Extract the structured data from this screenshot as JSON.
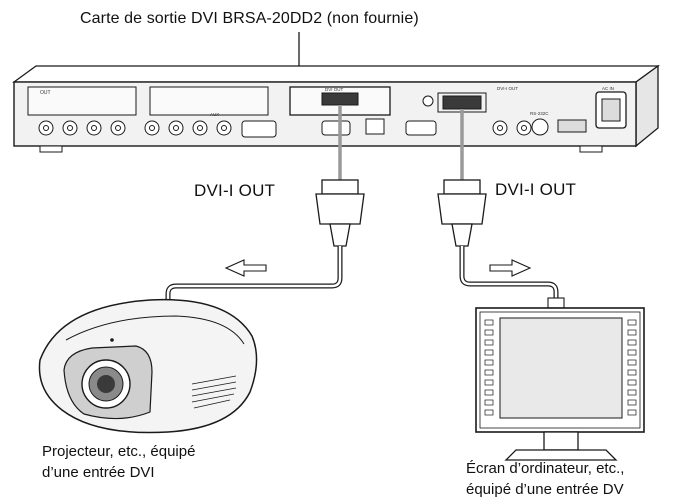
{
  "caption": "Carte de sortie DVI BRSA-20DD2 (non fournie)",
  "connector_left_label": "DVI-I OUT",
  "connector_right_label": "DVI-I OUT",
  "projector_label": {
    "line1": "Projecteur, etc., équipé",
    "line2": "d’une entrée DVI"
  },
  "monitor_label": {
    "line1": "Écran d’ordinateur, etc.,",
    "line2": "équipé d’une entrée DV"
  },
  "panel_markings": {
    "out_slot": "OUT",
    "dvi_card": "DVI OUT",
    "dvi_out_b": "DVI-I OUT",
    "ac_in": "AC IN",
    "ref": "RS-232C",
    "aux": "AUX"
  },
  "colors": {
    "line": "#1a1a1a",
    "panel_fill": "#f2f2f2",
    "cable_gray": "#9a9a9a",
    "screen_fill": "#e9e9e9"
  }
}
